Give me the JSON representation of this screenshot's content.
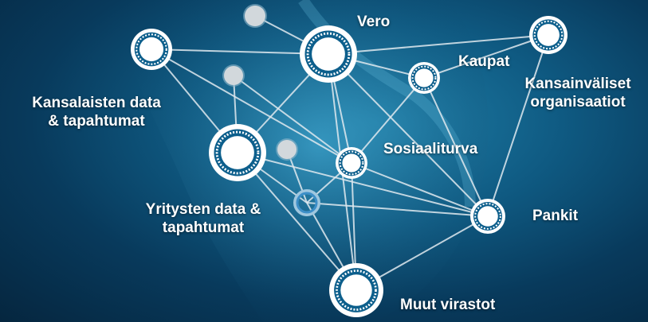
{
  "labels": {
    "vero": "Vero",
    "kaupat": "Kaupat",
    "kansainvaliset_line1": "Kansainväliset",
    "kansainvaliset_line2": "organisaatiot",
    "kansalaisten_line1": "Kansalaisten data",
    "kansalaisten_line2": "& tapahtumat",
    "sosiaaliturva": "Sosiaaliturva",
    "yritysten_line1": "Yritysten data &",
    "yritysten_line2": "tapahtumat",
    "pankit": "Pankit",
    "muut_virastot": "Muut virastot"
  },
  "colors": {
    "line": "#dfe9ef",
    "node_fill": "#ffffff",
    "small_node": "#d2d8dc",
    "ring_node": "#3d8fc8"
  }
}
